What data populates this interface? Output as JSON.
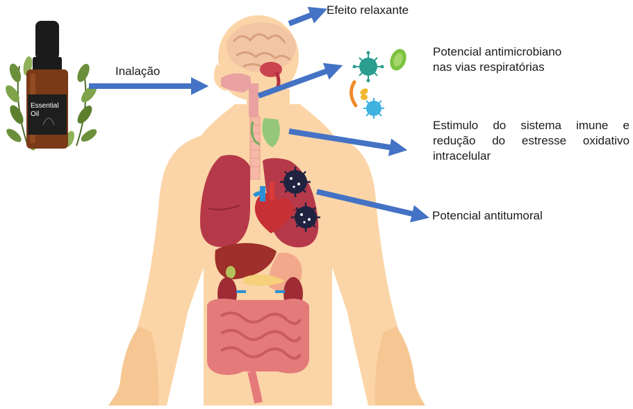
{
  "labels": {
    "inhalation": "Inalação",
    "relaxing_effect": "Efeito relaxante",
    "antimicrobial_line1": "Potencial antimicrobiano",
    "antimicrobial_line2": "nas vias respiratórias",
    "immune_line1": "Estimulo do sistema imune e",
    "immune_line2": "redução do estresse oxidativo",
    "immune_line3": "intracelular",
    "antitumor": "Potencial antitumoral"
  },
  "bottle": {
    "label_line1": "Essential",
    "label_line2": "Oil"
  },
  "colors": {
    "arrow": "#4472c4",
    "skin": "#fbd5a7",
    "brain": "#f2c6a4",
    "lung": "#b6394a",
    "liver": "#9e2f2a",
    "intestine": "#e57a7a",
    "heart": "#c73035",
    "tumor_cell": "#1f2340",
    "bottle": "#7a3a18"
  }
}
